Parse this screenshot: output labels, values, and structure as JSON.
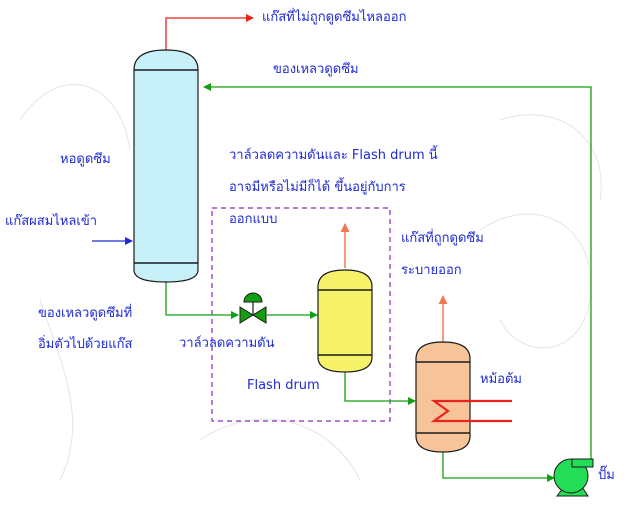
{
  "labels": {
    "unabsorbed_gas_out": "แก๊สที่ไม่ถูกดูดซึมไหลออก",
    "absorbent_liquid": "ของเหลวดูดซึม",
    "absorption_tower": "หอดูดซึม",
    "gas_mixture_in": "แก๊สผสมไหลเข้า",
    "saturated_liquid_line1": "ของเหลวดูดซึมที่",
    "saturated_liquid_line2": "อิ่มตัวไปด้วยแก๊ส",
    "note_line1": "วาล์วลดความดันและ Flash drum นี้",
    "note_line2": "อาจมีหรือไม่มีก็ได้  ขึ้นอยู่กับการ",
    "note_line3": "ออกแบบ",
    "absorbed_gas_line1": "แก๊สที่ถูกดูดซึม",
    "absorbed_gas_line2": "ระบายออก",
    "pressure_valve": "วาล์วลดความดัน",
    "flash_drum": "Flash drum",
    "reboiler": "หม้อต้ม",
    "pump": "ปั๊ม"
  },
  "colors": {
    "gas_line": "#e8231b",
    "liquid_line": "#12a012",
    "feed_line": "#1f2bd6",
    "text": "#1f2bd6",
    "tower_fill": "#c7f0f8",
    "flash_fill": "#f6f26a",
    "reboiler_fill": "#f7c49a",
    "pump_fill": "#22dd55",
    "exhaust_arrow": "#f07a50",
    "dash_box": "#8a2ab8",
    "heater_coil": "#e8231b"
  },
  "icons": {
    "valve": "pressure-reducing-valve-icon",
    "pump": "centrifugal-pump-icon",
    "heater": "heating-coil-icon"
  }
}
